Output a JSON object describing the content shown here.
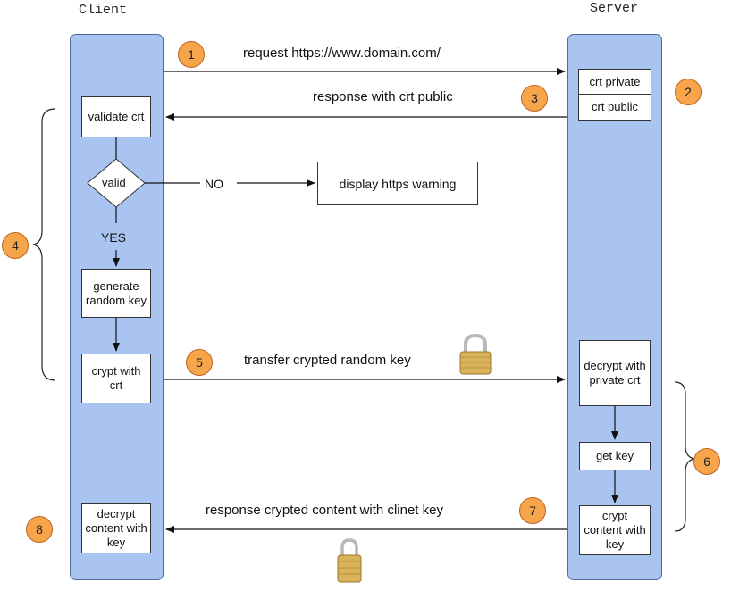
{
  "lanes": {
    "client_title": "Client",
    "server_title": "Server"
  },
  "client_steps": {
    "validate": "validate crt",
    "valid": "valid",
    "generate": "generate random key",
    "crypt": "crypt with crt",
    "decrypt": "decrypt content with key"
  },
  "server_steps": {
    "crt_private": "crt private",
    "crt_public": "crt public",
    "decrypt_private": "decrypt with private crt",
    "get_key": "get key",
    "crypt_content": "crypt content with key"
  },
  "flow": {
    "request": "request https://www.domain.com/",
    "response_crt": "response with crt public",
    "transfer": "transfer crypted random key",
    "response_content": "response crypted content with clinet key",
    "no": "NO",
    "yes": "YES",
    "warning": "display https warning"
  },
  "badges": [
    "1",
    "2",
    "3",
    "4",
    "5",
    "6",
    "7",
    "8"
  ],
  "icons": [
    "lock-open-icon",
    "lock-closed-icon"
  ],
  "colors": {
    "lane": "#a9c4f0",
    "badge": "#f6a54b",
    "lock": "#d9b25a"
  }
}
